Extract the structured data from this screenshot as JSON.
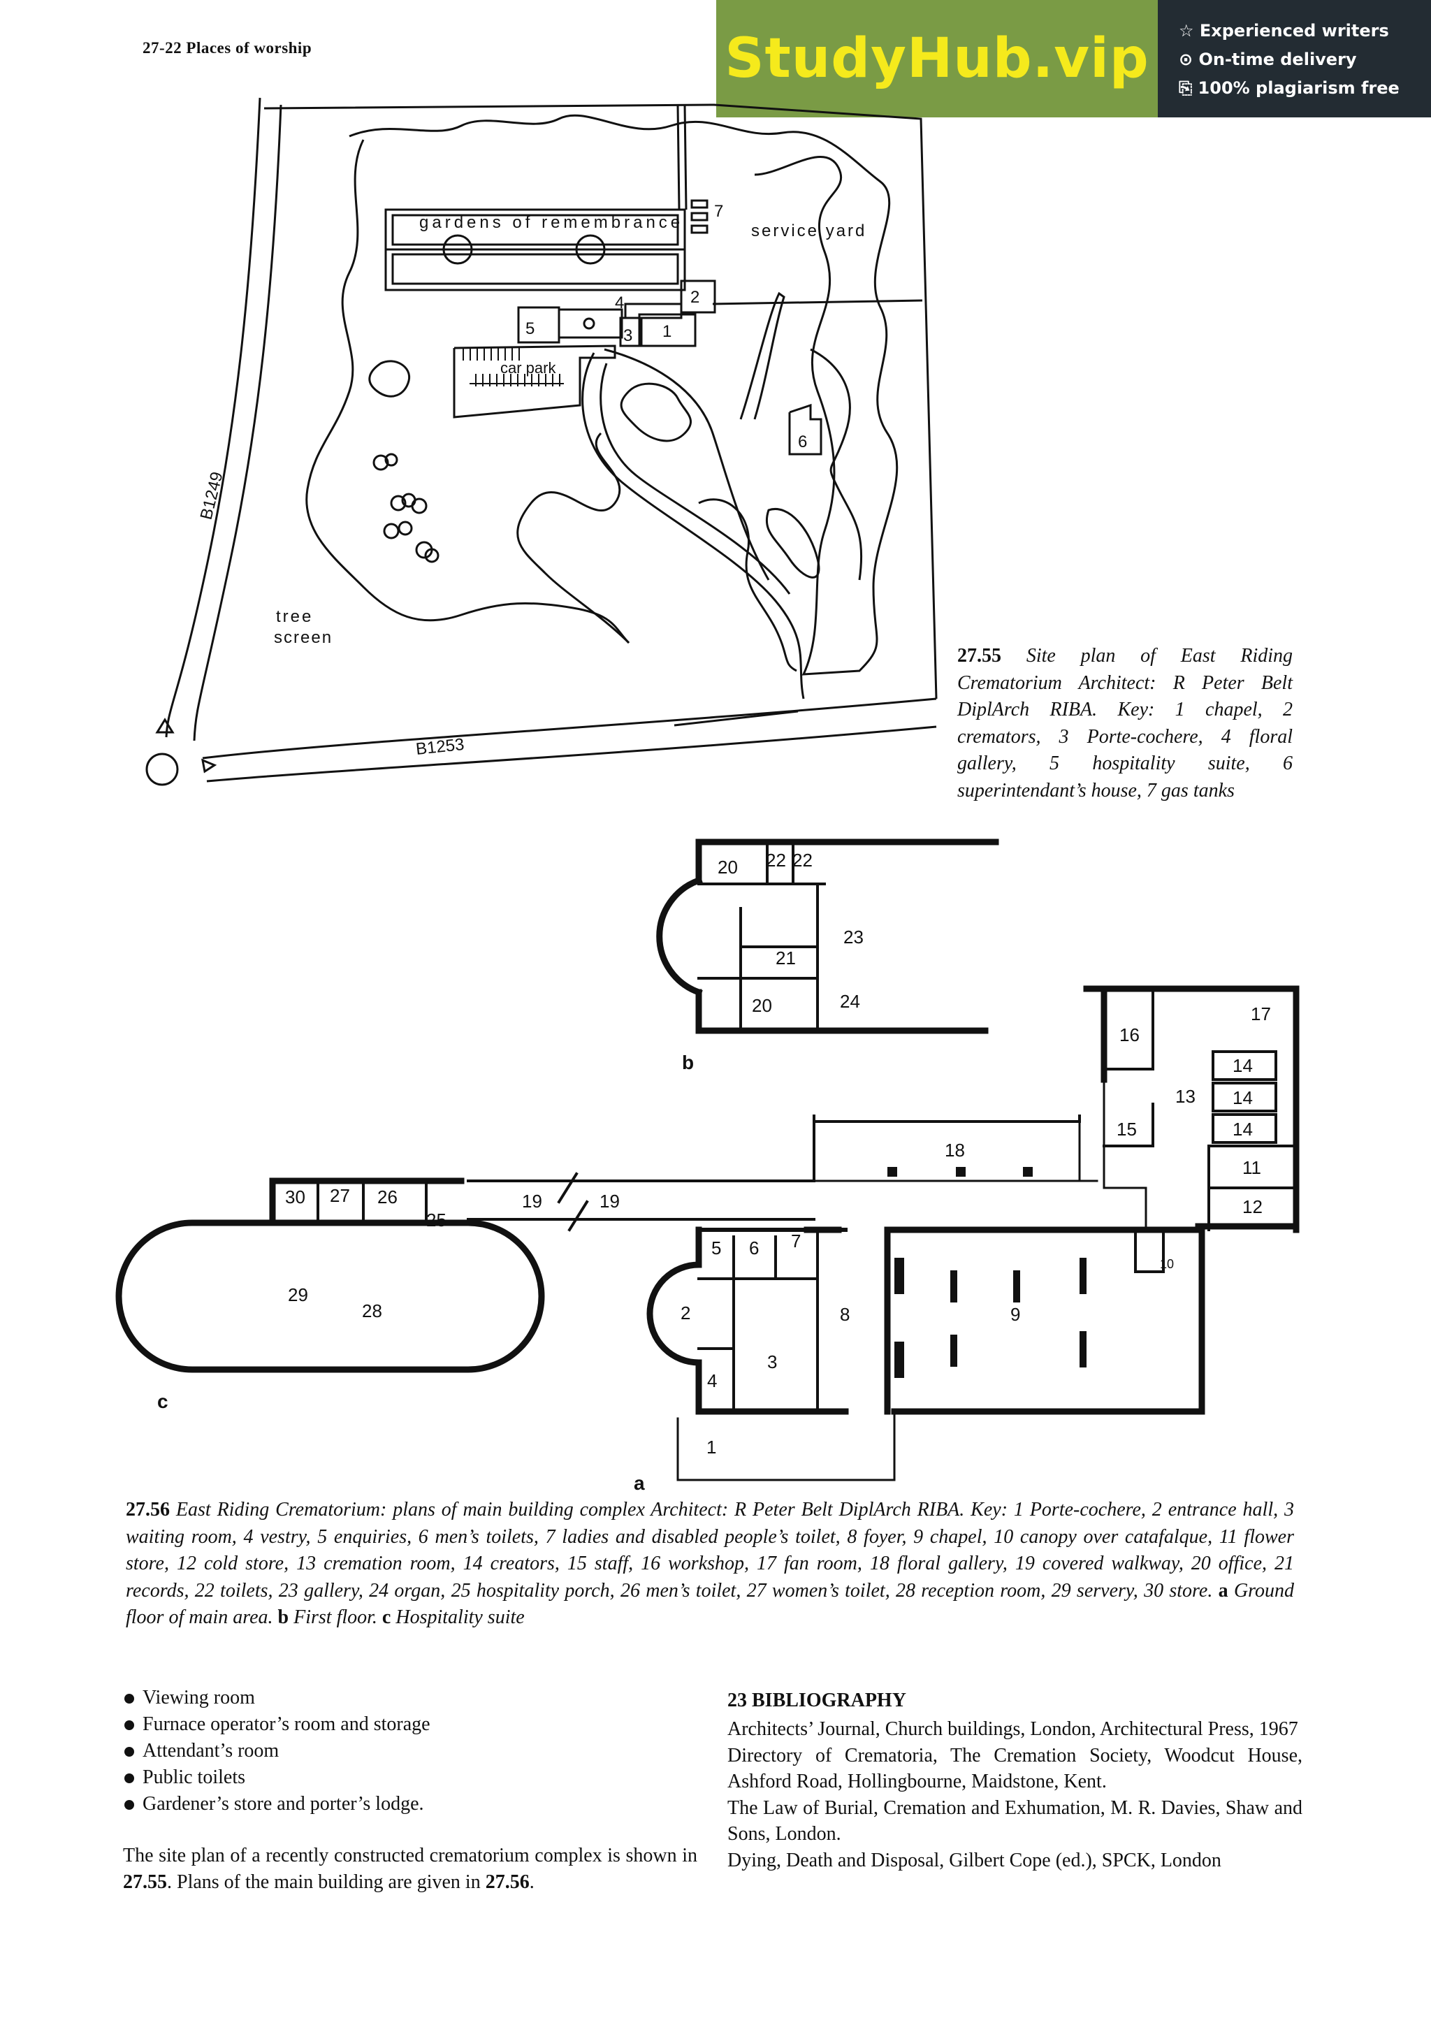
{
  "running_head": "27-22 Places of worship",
  "banner": {
    "brand": "StudyHub.vip",
    "features": [
      "☆ Experienced writers",
      "⊙ On-time delivery",
      "⎘ 100% plagiarism free"
    ]
  },
  "site_plan": {
    "labels": {
      "gardens": "gardens of remembrance",
      "service_yard": "service yard",
      "car_park": "car park",
      "tree_line1": "tree",
      "tree_line2": "screen",
      "road_b1249": "B1249",
      "road_b1253": "B1253"
    },
    "numbers": [
      "1",
      "2",
      "3",
      "4",
      "5",
      "6",
      "7"
    ]
  },
  "fig55": {
    "number": "27.55",
    "text": "Site plan of East Riding Crematorium Architect: R Peter Belt DiplArch RIBA. Key: 1 chapel, 2 cremators, 3 Porte-cochere, 4 floral gallery, 5 hospitality suite, 6 superintendant’s house, 7 gas tanks"
  },
  "floor_plan": {
    "part_labels": {
      "a": "a",
      "b": "b",
      "c": "c"
    },
    "first_floor_rooms": [
      "20",
      "22",
      "22",
      "23",
      "21",
      "20",
      "24"
    ],
    "ground_rooms": [
      "1",
      "2",
      "3",
      "4",
      "5",
      "6",
      "7",
      "8",
      "9",
      "10",
      "11",
      "12",
      "13",
      "14",
      "14",
      "14",
      "15",
      "16",
      "17",
      "18",
      "19",
      "19"
    ],
    "hospitality_rooms": [
      "25",
      "26",
      "27",
      "28",
      "29",
      "30"
    ]
  },
  "fig56": {
    "number": "27.56",
    "text_1": "East Riding Crematorium: plans of main building complex Architect: R Peter Belt DiplArch RIBA. Key: 1 Porte-cochere, 2 entrance hall, 3 waiting room, 4 vestry, 5 enquiries, 6 men’s toilets, 7 ladies and disabled people’s toilet, 8 foyer, 9 chapel, 10 canopy over catafalque, 11 flower store, 12 cold store, 13 cremation room, 14 creators, 15 staff, 16 workshop, 17 fan room, 18 floral gallery, 19 covered walkway, 20 office, 21 records, 22 toilets, 23 gallery, 24 organ, 25 hospitality porch, 26 men’s toilet, 27 women’s toilet, 28 reception room, 29 servery, 30 store.",
    "a_label": "a",
    "a_text": "Ground floor of main area.",
    "b_label": "b",
    "b_text": "First floor.",
    "c_label": "c",
    "c_text": "Hospitality suite"
  },
  "bullets": [
    "Viewing room",
    "Furnace operator’s room and storage",
    "Attendant’s room",
    "Public toilets",
    "Gardener’s store and porter’s lodge."
  ],
  "paragraph": {
    "t1": "The site plan of a recently constructed crematorium complex is shown in ",
    "ref1": "27.55",
    "t2": ". Plans of the main building are given in ",
    "ref2": "27.56",
    "t3": "."
  },
  "bibliography": {
    "title": "23 BIBLIOGRAPHY",
    "entries": [
      "Architects’ Journal, Church buildings, London, Architectural Press, 1967",
      "Directory of Crematoria, The Cremation Society, Woodcut House, Ashford Road, Hollingbourne, Maidstone, Kent.",
      "The Law of Burial, Cremation and Exhumation, M. R. Davies, Shaw and Sons, London.",
      "Dying, Death and Disposal, Gilbert Cope (ed.), SPCK, London"
    ]
  }
}
